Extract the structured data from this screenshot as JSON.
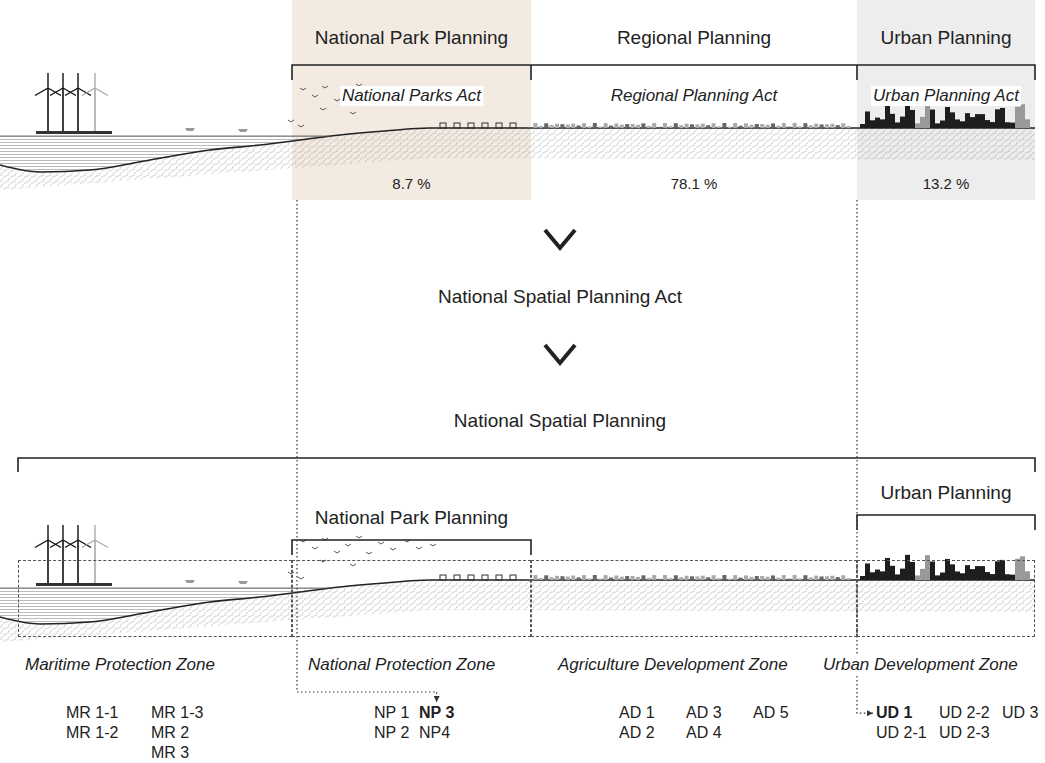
{
  "diagram": {
    "nodes": [
      {
        "text": [
          "National Park Planning",
          "National Parks Act",
          "8.7 %"
        ]
      },
      {
        "text": [
          "Regional Planning",
          "Regional Planning Act",
          "78.1 %"
        ]
      },
      {
        "text": [
          "Urban Planning",
          "Urban Planning Act",
          "13.2 %"
        ]
      },
      {
        "text": [
          "Maritime Protection Zone",
          "MR 1-1",
          "MR 1-2",
          "MR 1-3",
          "MR 2",
          "MR 3"
        ]
      },
      {
        "text": [
          "National Protection Zone",
          "NP 1",
          "NP 2",
          "NP 3",
          "NP4"
        ]
      },
      {
        "text": [
          "Agriculture Development Zone",
          "AD 1",
          "AD 2",
          "AD 3",
          "AD 4",
          "AD 5"
        ]
      },
      {
        "text": [
          "Urban Development Zone",
          "UD 1",
          "UD 2-1",
          "UD 2-2",
          "UD 2-3",
          "UD 3"
        ]
      }
    ],
    "edges": [
      {
        "from": 0,
        "to": 4,
        "arrow": "to"
      },
      {
        "from": 2,
        "to": 6,
        "arrow": "to"
      }
    ],
    "labels": [
      "National Spatial Planning Act",
      "National Spatial Planning",
      "National Park Planning",
      "Urban Planning"
    ]
  }
}
